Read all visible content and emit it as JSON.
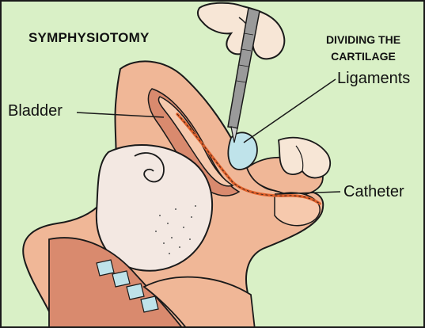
{
  "diagram": {
    "title": "SYMPHYSIOTOMY",
    "subtitle_line1": "DIVIDING THE",
    "subtitle_line2": "CARTILAGE",
    "labels": {
      "bladder": "Bladder",
      "ligaments": "Ligaments",
      "catheter": "Catheter"
    },
    "colors": {
      "background": "#d9f0c6",
      "skin": "#f0b797",
      "tissue": "#d98a6e",
      "cartilage": "#bfe3ea",
      "catheter": "#e0602a",
      "baby": "#f3e8e2",
      "outline": "#1a1a1a"
    }
  }
}
